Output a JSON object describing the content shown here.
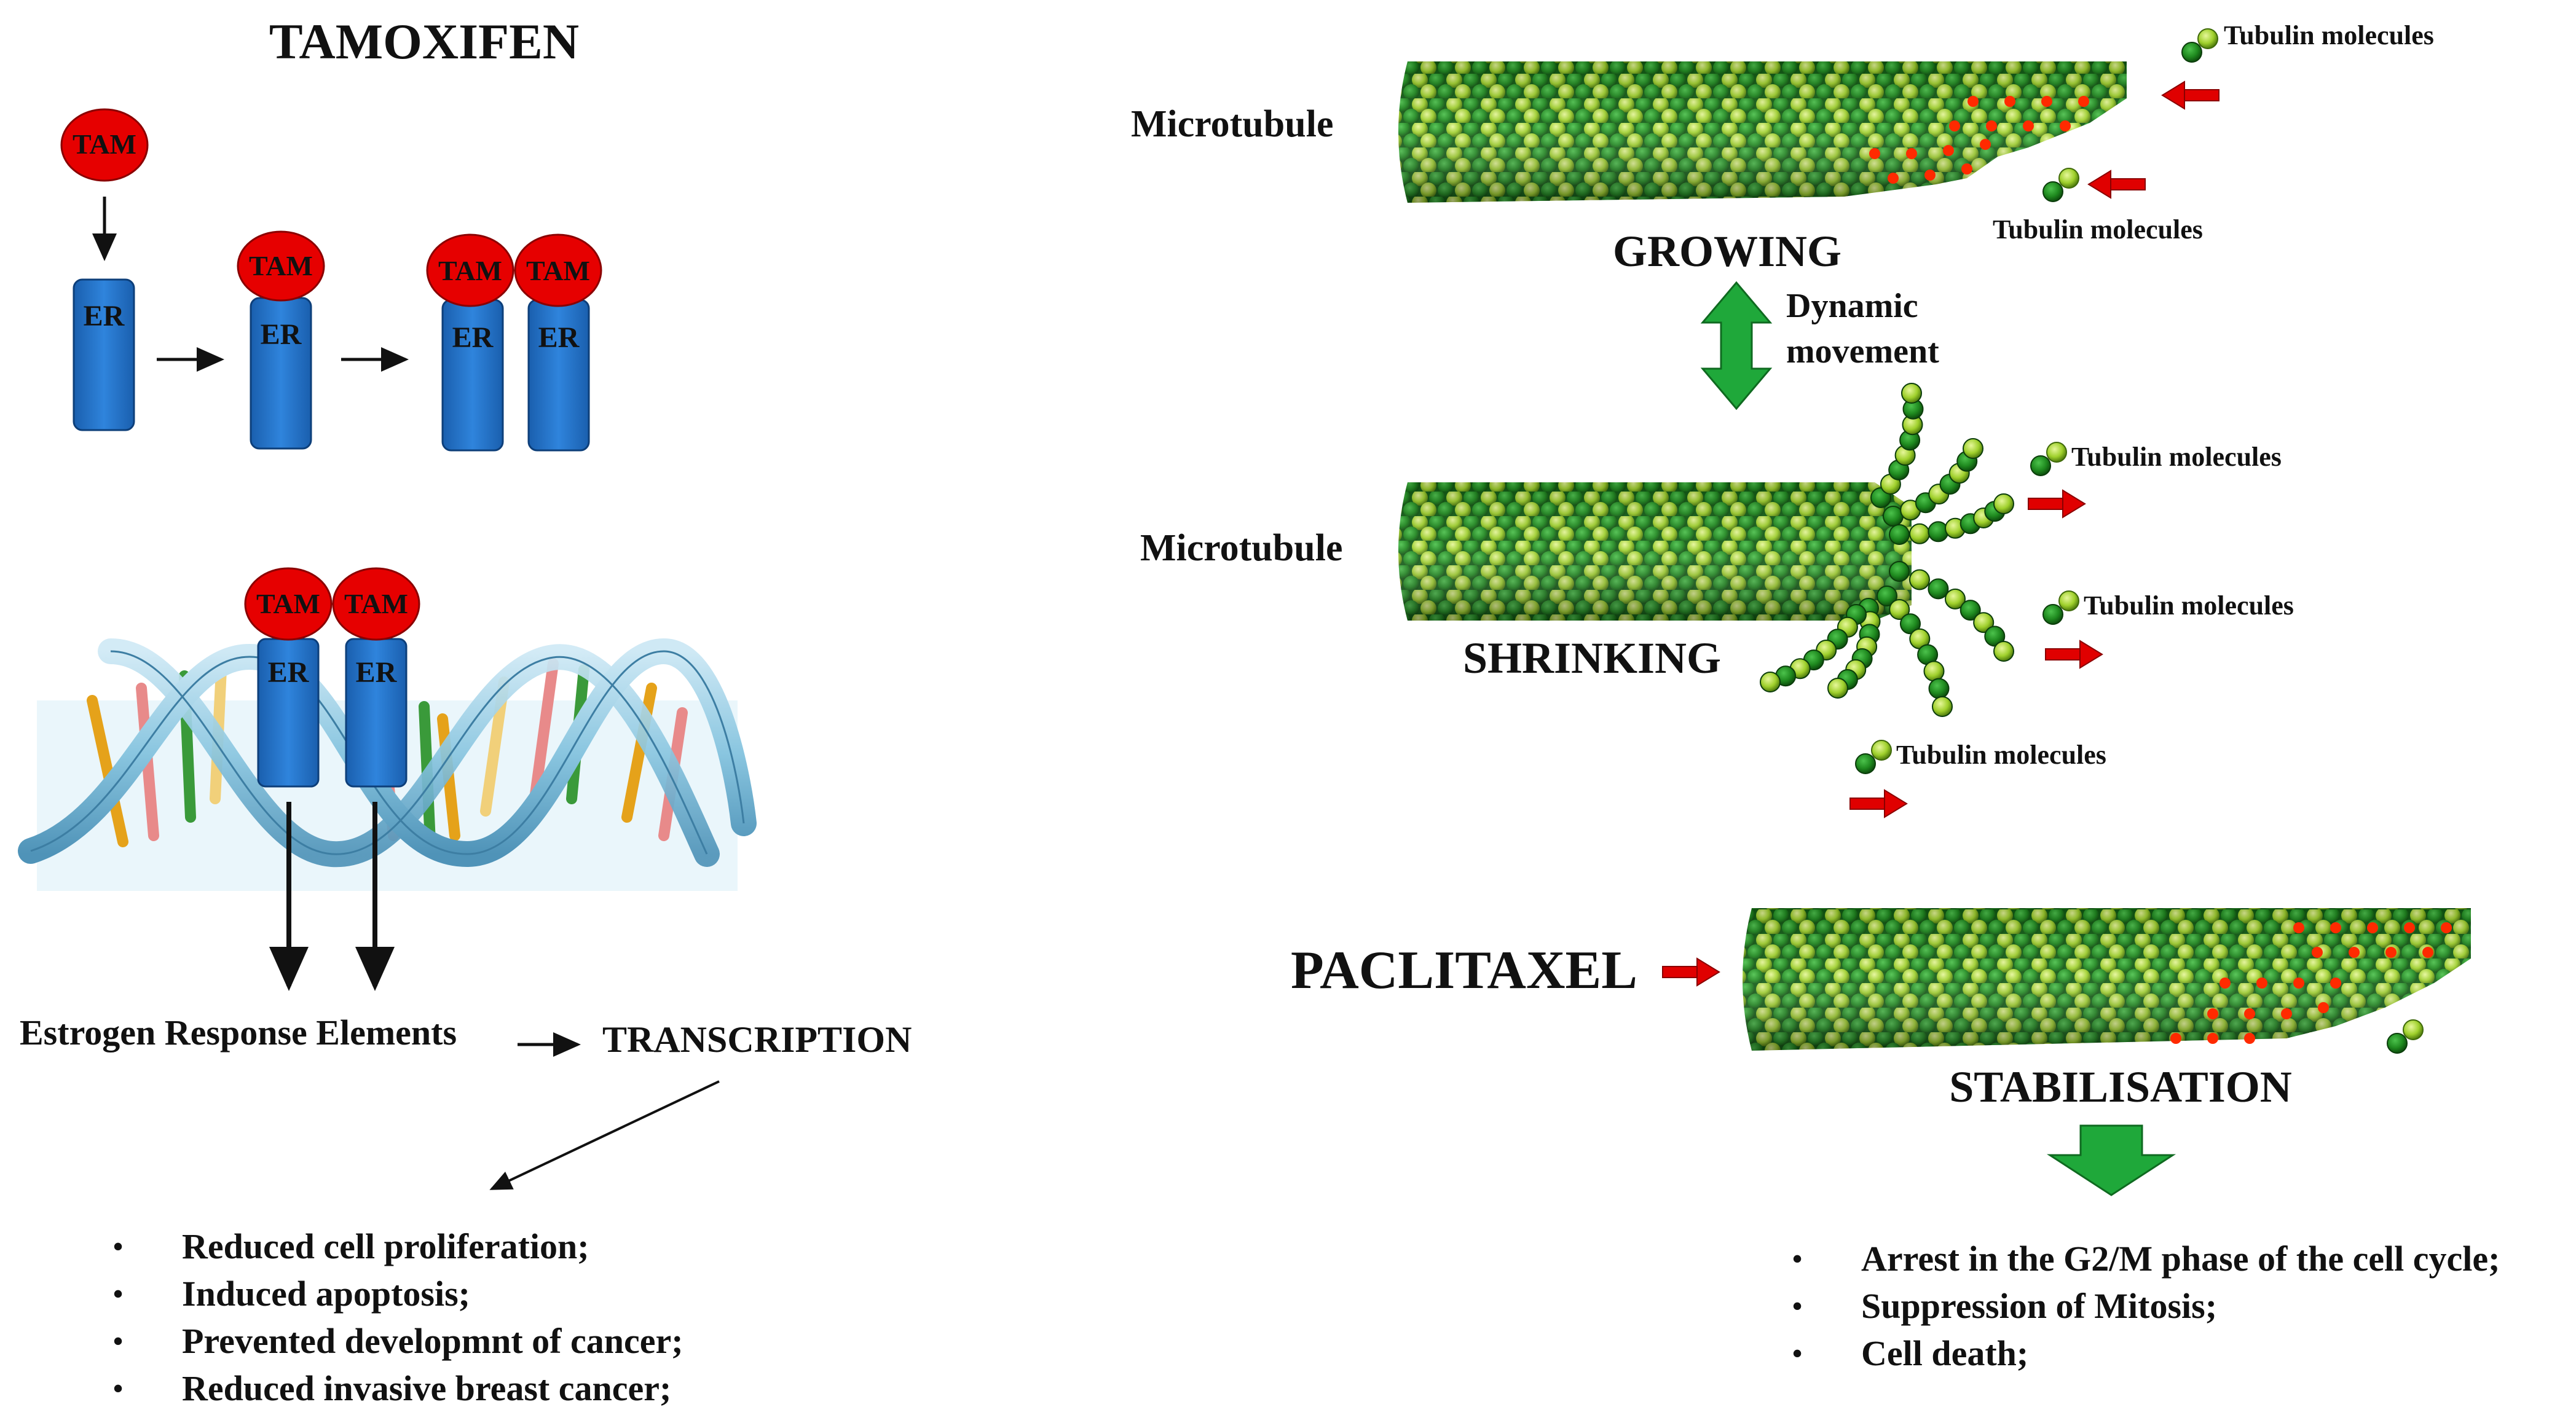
{
  "tamoxifen": {
    "title": "TAMOXIFEN",
    "tam_label": "TAM",
    "er_label": "ER",
    "ere_label": "Estrogen Response Elements",
    "transcription_label": "TRANSCRIPTION",
    "effects": [
      "Reduced cell proliferation;",
      "Induced apoptosis;",
      "Prevented developmnt of cancer;",
      "Reduced invasive breast cancer;"
    ]
  },
  "microtubule": {
    "growing": {
      "label": "Microtubule",
      "state": "GROWING",
      "tubulin_top": "Tubulin molecules",
      "tubulin_bottom": "Tubulin molecules"
    },
    "dynamic_label_line1": "Dynamic",
    "dynamic_label_line2": "movement",
    "shrinking": {
      "label": "Microtubule",
      "state": "SHRINKING",
      "tubulin_1": "Tubulin molecules",
      "tubulin_2": "Tubulin molecules",
      "tubulin_3": "Tubulin molecules"
    }
  },
  "paclitaxel": {
    "label": "PACLITAXEL",
    "state": "STABILISATION",
    "effects": [
      "Arrest in the G2/M phase of the cell cycle;",
      "Suppression of Mitosis;",
      "Cell death;"
    ]
  },
  "colors": {
    "tam_red": "#e60000",
    "er_blue": "#1e6fc4",
    "dna_blue": "#8ac6e0",
    "tubulin_dark": "#1f8a1f",
    "tubulin_light": "#8fcf2a",
    "arrow_red": "#e00000",
    "arrow_green": "#1fa83a"
  }
}
